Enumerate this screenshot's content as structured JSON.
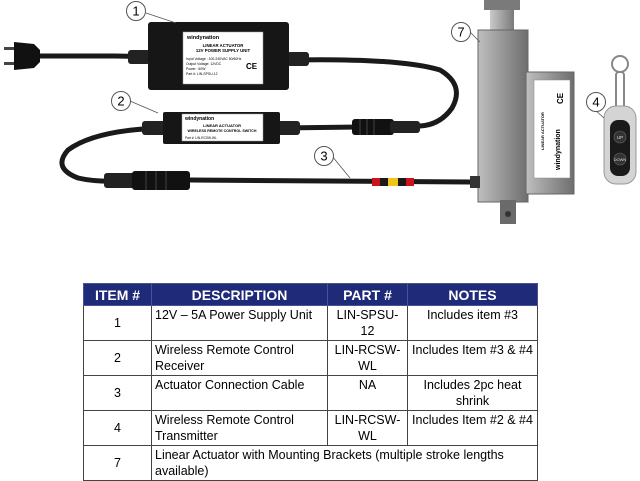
{
  "diagram": {
    "callouts": [
      "1",
      "2",
      "3",
      "4",
      "7"
    ],
    "power_supply": {
      "brand": "windynation",
      "title_line1": "LINEAR ACTUATOR",
      "title_line2": "12V POWER SUPPLY UNIT",
      "specs": [
        "Input Voltage : 100-240VAC 50/60Hz",
        "Output Voltage: 12VDC",
        "Power : 60W",
        "Part #: LIN-SPSU-12"
      ]
    },
    "receiver": {
      "brand": "windynation",
      "title_line1": "LINEAR ACTUATOR",
      "title_line2": "WIRELESS REMOTE CONTROL SWITCH",
      "part": "Part #: LIN-RCSW-WL"
    },
    "actuator": {
      "brand": "windynation",
      "label_title": "LINEAR ACTUATOR"
    },
    "remote": {
      "up_label": "UP",
      "down_label": "DOWN"
    }
  },
  "table": {
    "headers": [
      "ITEM #",
      "DESCRIPTION",
      "PART #",
      "NOTES"
    ],
    "rows": [
      {
        "item": "1",
        "description": "12V – 5A Power Supply Unit",
        "part": "LIN-SPSU-12",
        "notes": "Includes item #3"
      },
      {
        "item": "2",
        "description": "Wireless Remote Control Receiver",
        "part": "LIN-RCSW-WL",
        "notes": "Includes Item #3 & #4"
      },
      {
        "item": "3",
        "description": "Actuator Connection Cable",
        "part": "NA",
        "notes": "Includes 2pc heat shrink"
      },
      {
        "item": "4",
        "description": "Wireless Remote Control Transmitter",
        "part": "LIN-RCSW-WL",
        "notes": "Includes Item #2 & #4"
      },
      {
        "item": "7",
        "description": "Linear Actuator with Mounting Brackets (multiple stroke lengths available)"
      }
    ]
  },
  "colors": {
    "header_bg": "#1f2a78",
    "device_body": "#161616",
    "actuator_body": "#8e8e8e"
  }
}
